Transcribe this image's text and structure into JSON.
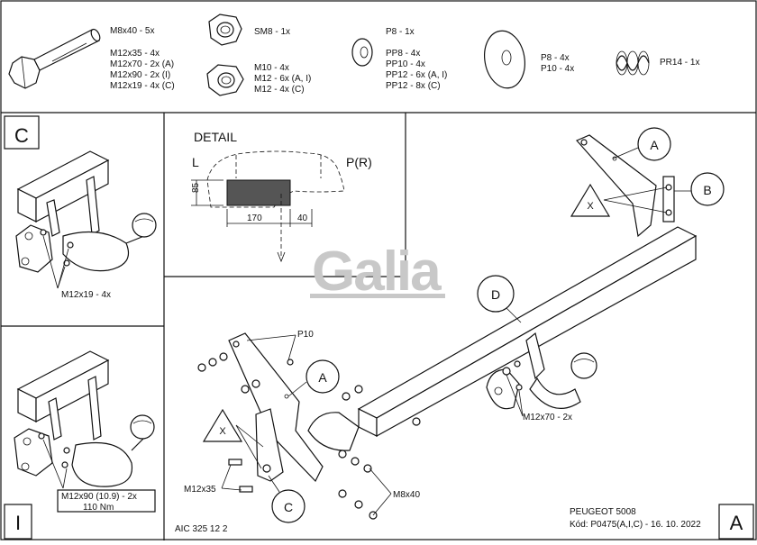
{
  "parts_header": {
    "bolts": [
      "M8x40 - 5x",
      "M12x35 - 4x",
      "M12x70 - 2x (A)",
      "M12x90 - 2x (I)",
      "M12x19 - 4x (C)"
    ],
    "nut_sm8": "SM8 - 1x",
    "nuts": [
      "M10 - 4x",
      "M12 - 6x (A, I)",
      "M12 - 4x (C)"
    ],
    "washer_p8": "P8 - 1x",
    "washers_pp": [
      "PP8 - 4x",
      "PP10 - 4x",
      "PP12 - 6x (A, I)",
      "PP12 - 8x (C)"
    ],
    "washers_big": [
      "P8 - 4x",
      "P10 - 4x"
    ],
    "spring": "PR14 - 1x"
  },
  "variant_c": {
    "letter": "C",
    "bolt_label": "M12x19 - 4x"
  },
  "variant_i": {
    "letter": "I",
    "bolt_label": "M12x90 (10.9) - 2x",
    "torque": "110 Nm"
  },
  "detail": {
    "title": "DETAIL",
    "left_label": "L",
    "right_label": "P(R)",
    "dim_height": "85",
    "dim_width": "170",
    "dim_offset": "40"
  },
  "watermark": "Galia",
  "callouts": {
    "a_top": "A",
    "b": "B",
    "x_top": "X",
    "d": "D",
    "p10": "P10",
    "a_mid": "A",
    "x_bottom": "X",
    "m12x70": "M12x70 - 2x",
    "m12x35": "M12x35",
    "c_bottom": "C",
    "m8x40": "M8x40"
  },
  "footer": {
    "drawing_code": "AIC 325 12 2",
    "vehicle": "PEUGEOT 5008",
    "code": "Kód: P0475(A,I,C) - 16. 10. 2022",
    "variant_a": "A"
  }
}
